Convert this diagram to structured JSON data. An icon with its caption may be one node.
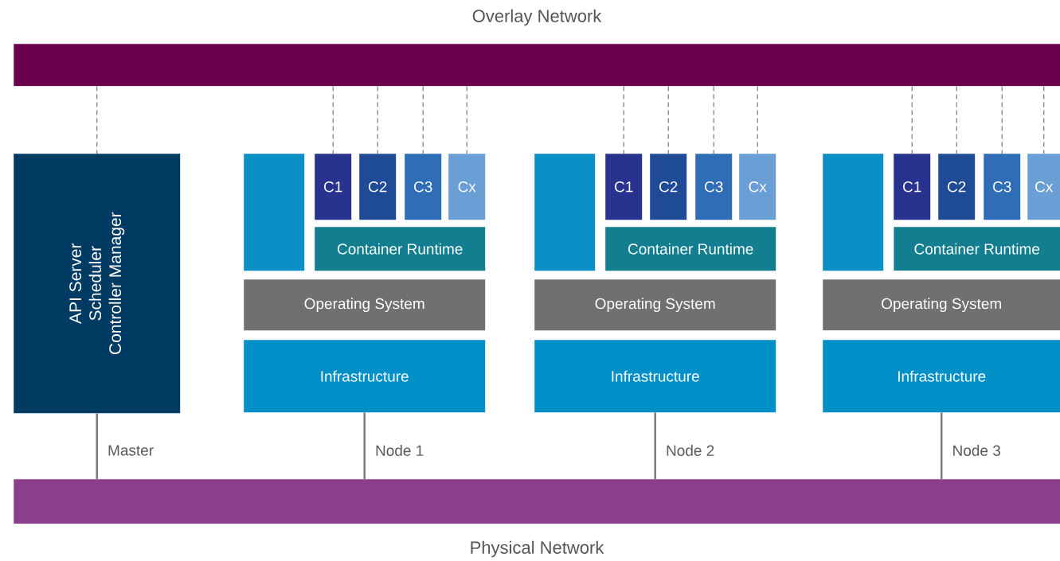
{
  "diagram": {
    "nodes": [
      {
        "text": [
          "Overlay Network"
        ]
      },
      {
        "text": [
          "API Server",
          "Scheduler",
          "Controller Manager"
        ],
        "beside": [
          "Master"
        ]
      },
      {
        "text": [],
        "shape": "box"
      },
      {
        "text": [
          "C1"
        ]
      },
      {
        "text": [
          "C2"
        ]
      },
      {
        "text": [
          "C3"
        ]
      },
      {
        "text": [
          "Cx"
        ]
      },
      {
        "text": [
          "Container Runtime"
        ]
      },
      {
        "text": [
          "Operating System"
        ]
      },
      {
        "text": [
          "Infrastructure"
        ],
        "beside": [
          "Node 1"
        ]
      },
      {
        "text": [],
        "shape": "box"
      },
      {
        "text": [
          "C1"
        ]
      },
      {
        "text": [
          "C2"
        ]
      },
      {
        "text": [
          "C3"
        ]
      },
      {
        "text": [
          "Cx"
        ]
      },
      {
        "text": [
          "Container Runtime"
        ]
      },
      {
        "text": [
          "Operating System"
        ]
      },
      {
        "text": [
          "Infrastructure"
        ],
        "beside": [
          "Node 2"
        ]
      },
      {
        "text": [],
        "shape": "box"
      },
      {
        "text": [
          "C1"
        ]
      },
      {
        "text": [
          "C2"
        ]
      },
      {
        "text": [
          "C3"
        ]
      },
      {
        "text": [
          "Cx"
        ]
      },
      {
        "text": [
          "Container Runtime"
        ]
      },
      {
        "text": [
          "Operating System"
        ]
      },
      {
        "text": [
          "Infrastructure"
        ],
        "beside": [
          "Node 3"
        ]
      },
      {
        "text": [
          "Physical Network"
        ]
      }
    ],
    "edges": [
      {
        "from": 0,
        "to": 1,
        "arrow": "none",
        "style": "dashed"
      },
      {
        "from": 0,
        "to": 3,
        "arrow": "none",
        "style": "dashed"
      },
      {
        "from": 0,
        "to": 4,
        "arrow": "none",
        "style": "dashed"
      },
      {
        "from": 0,
        "to": 5,
        "arrow": "none",
        "style": "dashed"
      },
      {
        "from": 0,
        "to": 6,
        "arrow": "none",
        "style": "dashed"
      },
      {
        "from": 0,
        "to": 11,
        "arrow": "none",
        "style": "dashed"
      },
      {
        "from": 0,
        "to": 12,
        "arrow": "none",
        "style": "dashed"
      },
      {
        "from": 0,
        "to": 13,
        "arrow": "none",
        "style": "dashed"
      },
      {
        "from": 0,
        "to": 14,
        "arrow": "none",
        "style": "dashed"
      },
      {
        "from": 0,
        "to": 19,
        "arrow": "none",
        "style": "dashed"
      },
      {
        "from": 0,
        "to": 20,
        "arrow": "none",
        "style": "dashed"
      },
      {
        "from": 0,
        "to": 21,
        "arrow": "none",
        "style": "dashed"
      },
      {
        "from": 0,
        "to": 22,
        "arrow": "none",
        "style": "dashed"
      },
      {
        "from": 1,
        "to": 26,
        "arrow": "none"
      },
      {
        "from": 9,
        "to": 26,
        "arrow": "none"
      },
      {
        "from": 17,
        "to": 26,
        "arrow": "none"
      },
      {
        "from": 25,
        "to": 26,
        "arrow": "none"
      }
    ]
  }
}
